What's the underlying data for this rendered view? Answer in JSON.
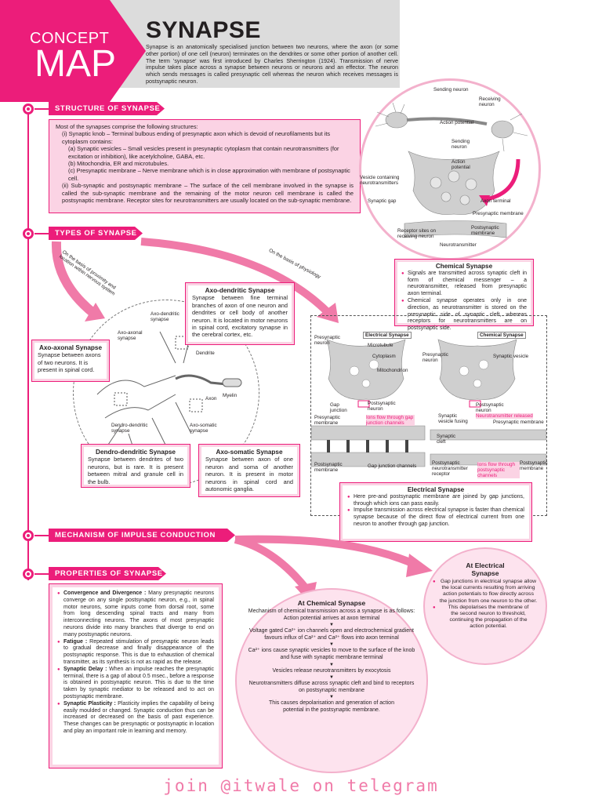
{
  "header": {
    "concept": "CONCEPT",
    "map": "MAP",
    "title": "SYNAPSE",
    "intro": "Synapse is an anatomically specialised junction between two neurons, where the axon (or some other portion) of one cell (neuron) terminates on the dendrites or some other portion of another cell. The term 'synapse' was first introduced by Charles Sherrington (1924). Transmission of nerve impulse takes place across a synapse between neurons or neurons and an effector. The neuron which sends messages is called presynaptic cell whereas the neuron which receives messages is postsynaptic neuron."
  },
  "structure": {
    "banner": "STRUCTURE OF SYNAPSE",
    "lines": [
      "Most of the synapses comprise the following structures:",
      "(i) Synaptic knob – Terminal bulbous ending of presynaptic axon which is devoid of neurofilaments but its cytoplasm contains:",
      "(a) Synaptic vesicles – Small vesicles present in presynaptic cytoplasm that contain neurotransmitters (for excitation or inhibition), like acetylcholine, GABA, etc.",
      "(b) Mitochondria, ER and microtubules.",
      "(c) Presynaptic membrane – Nerve membrane which is in close approximation with membrane of postsynaptic cell.",
      "(ii) Sub-synaptic and postsynaptic membrane – The surface of the cell membrane involved in the synapse is called the sub-synaptic membrane and the remaining of the motor neuron cell membrane is called the postsynaptic membrane. Receptor sites for neurotransmitters are usually located on the sub-synaptic membrane."
    ],
    "diagram_labels": {
      "sending_neuron": "Sending neuron",
      "receiving_neuron": "Receiving neuron",
      "action_potential": "Action potential",
      "sending_neuron_2": "Sending neuron",
      "action_potential_2": "Action potential",
      "vesicle": "Vesicle containing neurotransmitters",
      "synaptic_gap": "Synaptic gap",
      "axon_terminal": "Axon terminal",
      "presynaptic_membrane": "Presynaptic membrane",
      "postsynaptic_membrane": "Postsynaptic membrane",
      "receptor_sites": "Receptor sites on receiving neuron",
      "neurotransmitter": "Neurotransmitter"
    }
  },
  "types": {
    "banner": "TYPES OF SYNAPSE",
    "curve_left_label": "On the basis of proximity and location within nervous system",
    "curve_right_label": "On the basis of physiology",
    "axo_dendritic": {
      "title": "Axo-dendritic Synapse",
      "text": "Synapse between fine terminal branches of axon of one neuron and dendrites or cell body of another neuron. It is located in motor neurons in spinal cord, excitatory synapse in the cerebral cortex, etc."
    },
    "axo_axonal": {
      "title": "Axo-axonal Synapse",
      "text": "Synapse between axons of two neurons. It is present in spinal cord."
    },
    "dendro_dendritic": {
      "title": "Dendro-dendritic Synapse",
      "text": "Synapse between dendrites of two neurons, but is rare. It is present between mitral and granule cell in the bulb."
    },
    "axo_somatic": {
      "title": "Axo-somatic Synapse",
      "text": "Synapse between axon of one neuron and soma of another neuron. It is present in motor neurons in spinal cord and autonomic ganglia."
    },
    "neuron_labels": {
      "axo_dendritic": "Axo-dendritic synapse",
      "axo_axonal": "Axo-axonal synapse",
      "dendrite": "Dendrite",
      "axon": "Axon",
      "myelin": "Myelin",
      "dendro_dendritic": "Dendro-dendritic synapse",
      "axo_somatic": "Axo-somatic synapse"
    },
    "chemical": {
      "title": "Chemical Synapse",
      "points": [
        "Signals are transmitted across synaptic cleft in form of chemical messenger – a neurotransmitter, released from presynaptic axon terminal.",
        "Chemical synapse operates only in one direction, as neurotransmitter is stored on the presynaptic side of synaptic cleft, whereas receptors for neurotransmitters are on postsynaptic side."
      ]
    },
    "electrical": {
      "title": "Electrical Synapse",
      "points": [
        "Here pre-and postsynaptic membrane are joined by gap junctions, through which ions can pass easily.",
        "Impulse transmission across electrical synapse is faster than chemical synapse because of the direct flow of electrical current from one neuron to another through gap junction."
      ]
    },
    "figure_labels": {
      "presynaptic_neuron": "Presynaptic neuron",
      "electrical_tag": "Electrical Synapse",
      "microtubule": "Microtubule",
      "cytoplasm": "Cytoplasm",
      "mitochondrion": "Mitochondrion",
      "gap_junction": "Gap junction",
      "presynaptic_membrane": "Presynaptic membrane",
      "postsynaptic_neuron": "Postsynaptic neuron",
      "ions_flow": "Ions flow through gap junction channels",
      "postsynaptic_membrane": "Postsynaptic membrane",
      "gap_junction_channels": "Gap junction channels",
      "chemical_tag": "Chemical Synapse",
      "presynaptic_neuron_2": "Presynaptic neuron",
      "synaptic_vesicle": "Synaptic vesicle",
      "synaptic_cleft": "Synaptic cleft",
      "postsynaptic_neuron_2": "Postsynaptic neuron",
      "synaptic_vesicle_fusing": "Synaptic vesicle fusing",
      "nt_released": "Neurotransmitter released",
      "presynaptic_membrane_2": "Presynaptic membrane",
      "postsynaptic_nt_receptor": "Postsynaptic neurotransmitter receptor",
      "ions_flow_2": "Ions flow through postsynaptic channels",
      "postsynaptic_membrane_2": "Postsynaptic membrane"
    }
  },
  "mechanism": {
    "banner": "MECHANISM OF IMPULSE CONDUCTION",
    "chemical": {
      "title": "At Chemical Synapse",
      "intro": "Mechanism of chemical transmission across a synapse is as follows:",
      "steps": [
        "Action potential arrives at axon terminal",
        "Voltage gated Ca²⁺ ion channels open and electrochemical gradient favours influx of Ca²⁺ and Ca²⁺ flows into axon terminal",
        "Ca²⁺ ions cause synaptic vesicles to move to the surface of the knob and fuse with synaptic membrane terminal",
        "Vesicles release neurotransmitters by exocytosis",
        "Neurotransmitters diffuse across synaptic cleft and bind to receptors on postsynaptic membrane",
        "This causes depolarisation and generation of action potential in the postsynaptic membrane."
      ]
    },
    "electrical": {
      "title": "At Electrical Synapse",
      "points": [
        "Gap junctions in electrical synapse allow the local currents resulting from arriving action potentials to flow directly across the junction from one neuron to the other.",
        "This depolarises the membrane of the second neuron to threshold, continuing the propagation of the action potential."
      ]
    }
  },
  "properties": {
    "banner": "PROPERTIES OF SYNAPSE",
    "items": [
      {
        "term": "Convergence and Divergence :",
        "text": "Many presynaptic neurons converge on any single postsynaptic neuron, e.g., in spinal motor neurons, some inputs come from dorsal root, some from long descending spinal tracts and many from interconnecting neurons. The axons of most presynaptic neurons divide into many branches that diverge to end on many postsynaptic neurons."
      },
      {
        "term": "Fatigue :",
        "text": "Repeated stimulation of presynaptic neuron leads to gradual decrease and finally disappearance of the postsynaptic response. This is due to exhaustion of chemical transmitter, as its synthesis is not as rapid as the release."
      },
      {
        "term": "Synaptic Delay :",
        "text": "When an impulse reaches the presynaptic terminal, there is a gap of about 0.5 msec., before a response is obtained in postsynaptic neuron. This is due to the time taken by synaptic mediator to be released and to act on postsynaptic membrane."
      },
      {
        "term": "Synaptic Plasticity :",
        "text": "Plasticity implies the capability of being easily moulded or changed. Synaptic conduction thus can be increased or decreased on the basis of past experience. These changes can be presynaptic or postsynaptic in location and play an important role in learning and memory."
      }
    ]
  },
  "footer": "join @itwale on telegram",
  "colors": {
    "accent": "#ec1d7a",
    "light_pink": "#fbd3e4",
    "header_grey": "#dcdcdc"
  }
}
